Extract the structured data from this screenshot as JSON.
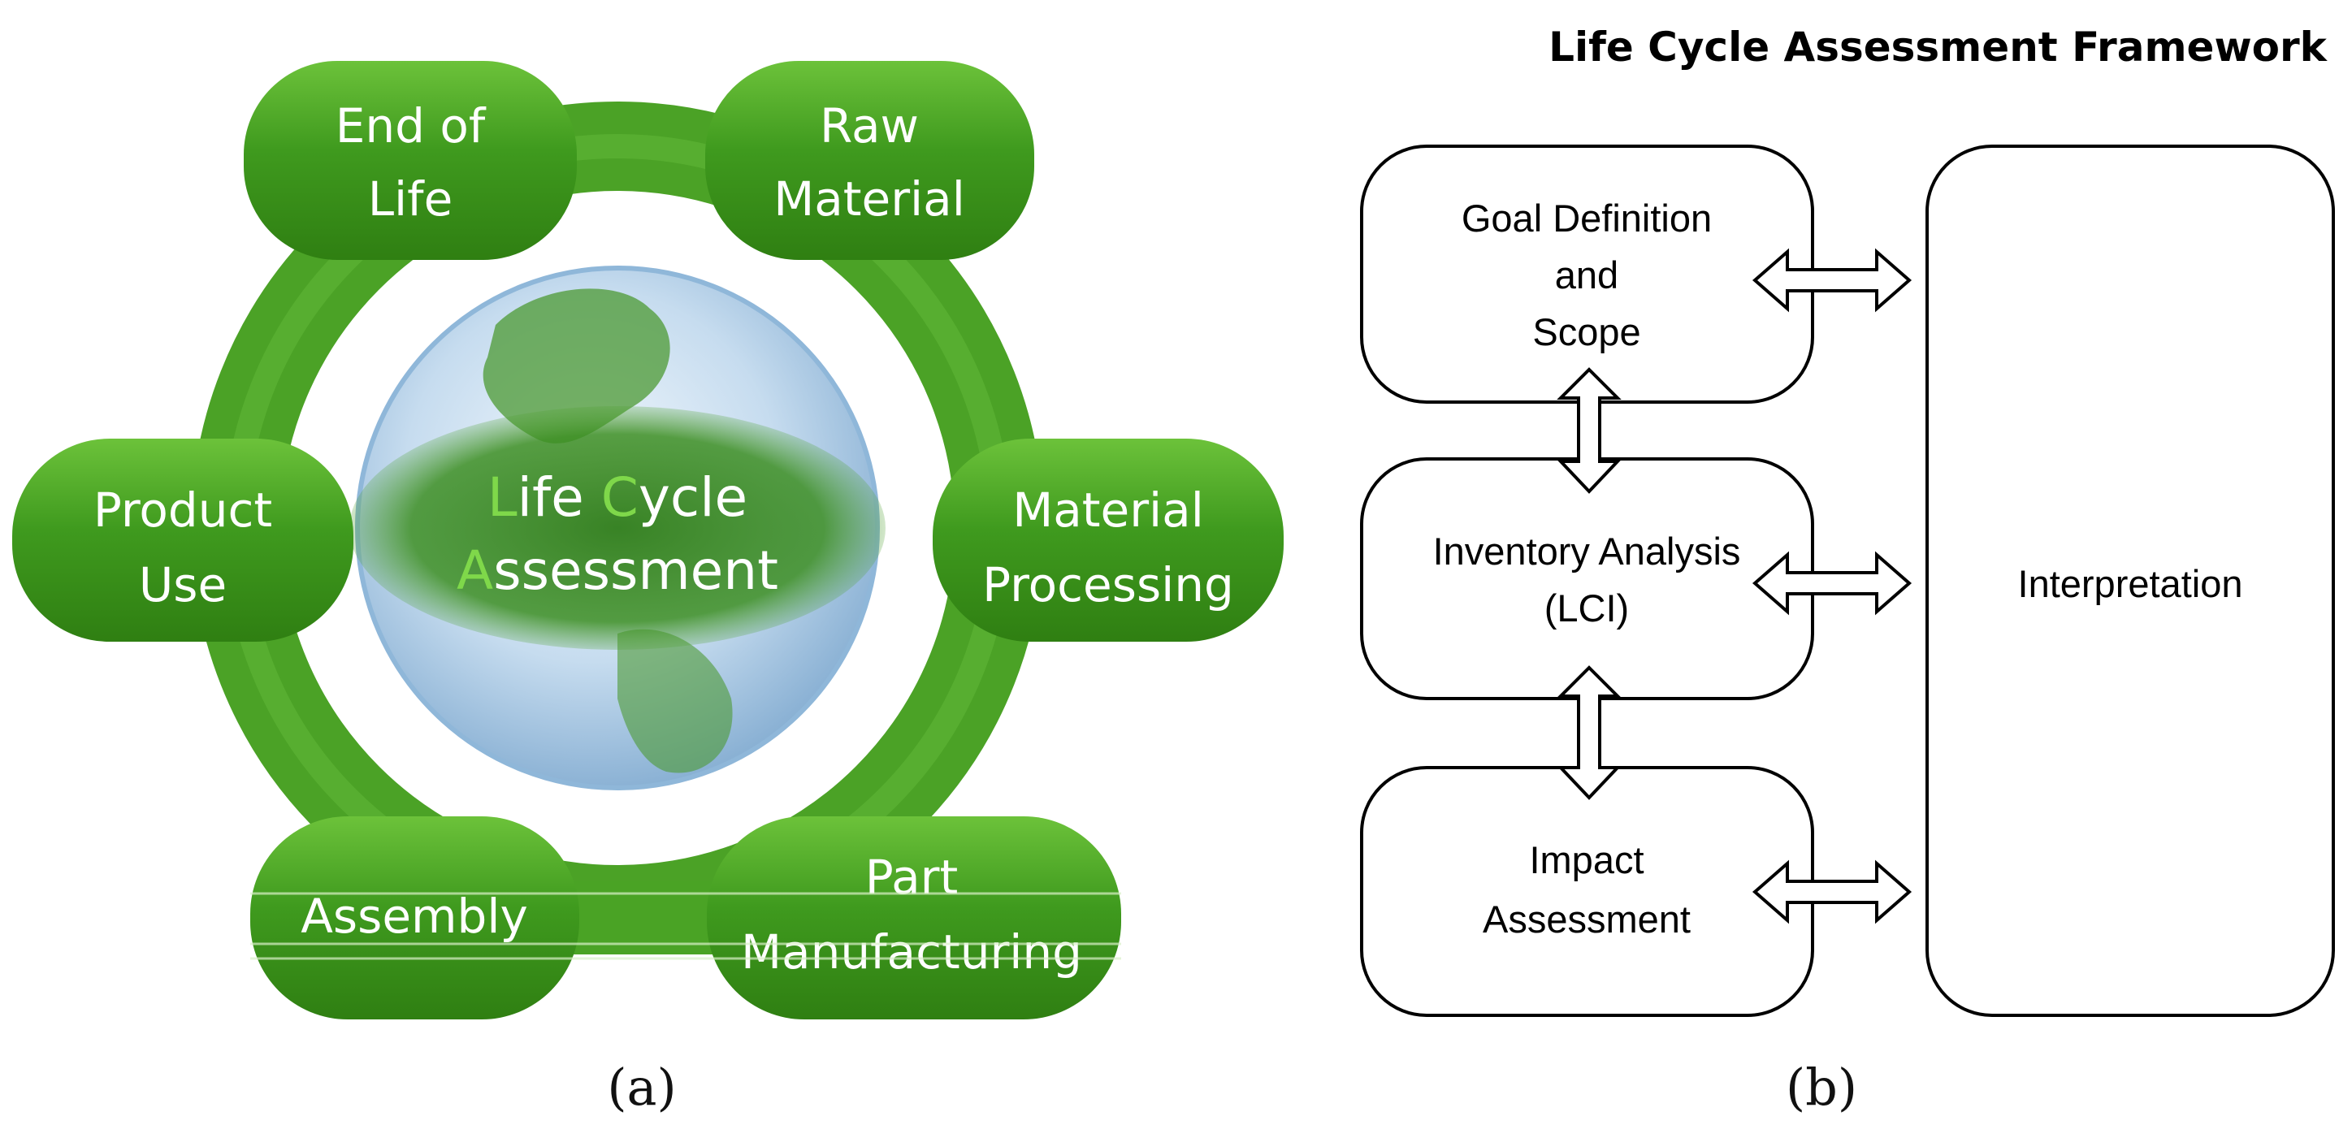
{
  "figure_a": {
    "center": {
      "line1": {
        "accent": "L",
        "rest": "ife ",
        "accent2": "C",
        "rest2": "ycle"
      },
      "line2": {
        "accent": "A",
        "rest": "ssessment"
      }
    },
    "stages": [
      {
        "id": "end-of-life",
        "lines": [
          "End of",
          "Life"
        ]
      },
      {
        "id": "raw-material",
        "lines": [
          "Raw",
          "Material"
        ]
      },
      {
        "id": "product-use",
        "lines": [
          "Product",
          "Use"
        ]
      },
      {
        "id": "material-processing",
        "lines": [
          "Material",
          "Processing"
        ]
      },
      {
        "id": "assembly",
        "lines": [
          "Assembly"
        ]
      },
      {
        "id": "part-manufacturing",
        "lines": [
          "Part",
          "Manufacturing"
        ]
      }
    ],
    "caption": "(a)",
    "colors": {
      "pill": "#3f9a1e",
      "ring": "#4aa325",
      "globe": "#a9cbe3",
      "accent_text": "#7fd84a"
    }
  },
  "figure_b": {
    "title": "Life Cycle Assessment Framework",
    "boxes": {
      "goal": [
        "Goal Definition",
        "and",
        "Scope"
      ],
      "inventory": [
        "Inventory Analysis",
        "(LCI)"
      ],
      "impact": [
        "Impact",
        "Assessment"
      ],
      "interpretation": [
        "Interpretation"
      ]
    },
    "caption": "(b)"
  }
}
